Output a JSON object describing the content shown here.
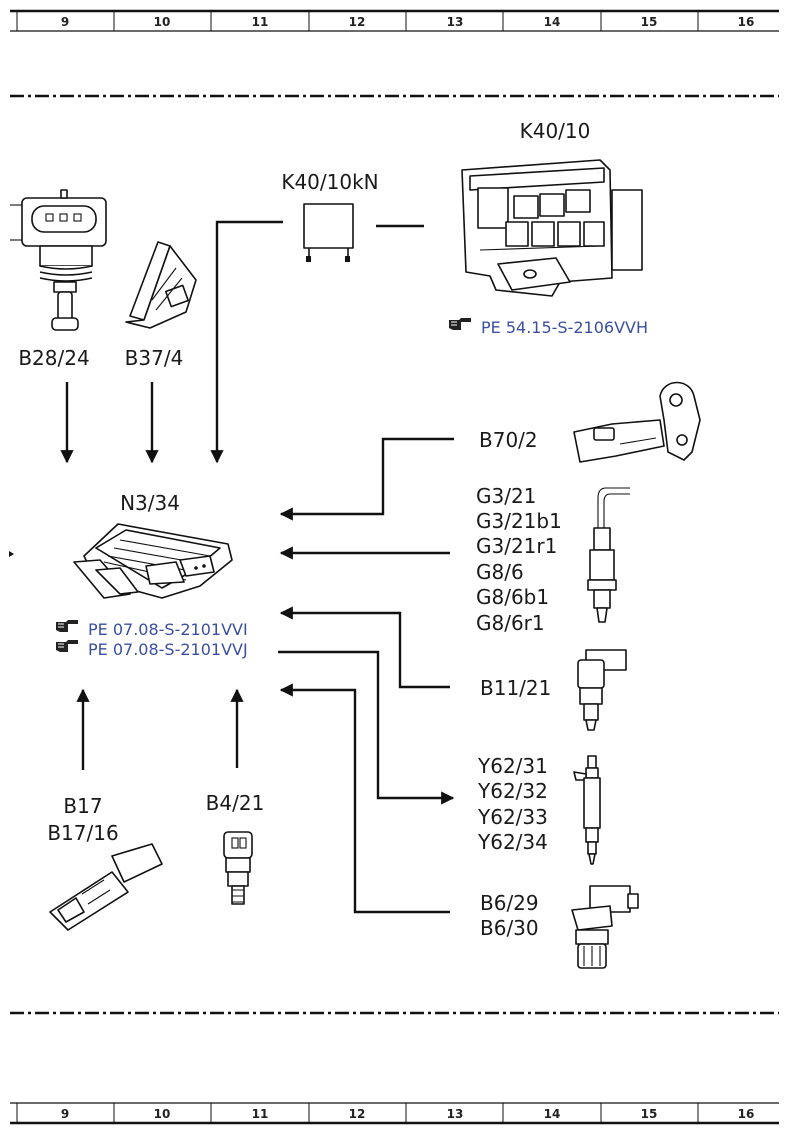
{
  "columns": [
    "9",
    "10",
    "11",
    "12",
    "13",
    "14",
    "15",
    "16"
  ],
  "components": {
    "k40_10kn": "K40/10kN",
    "k40_10": "K40/10",
    "b28_24": "B28/24",
    "b37_4": "B37/4",
    "n3_34": "N3/34",
    "b70_2": "B70/2",
    "g_group": [
      "G3/21",
      "G3/21b1",
      "G3/21r1",
      "G8/6",
      "G8/6b1",
      "G8/6r1"
    ],
    "b11_21": "B11/21",
    "y_group": [
      "Y62/31",
      "Y62/32",
      "Y62/33",
      "Y62/34"
    ],
    "b17_group": [
      "B17",
      "B17/16"
    ],
    "b4_21": "B4/21",
    "b6_group": [
      "B6/29",
      "B6/30"
    ]
  },
  "references": {
    "k40_ref": "PE 54.15-S-2106VVH",
    "n3_ref_1": "PE 07.08-S-2101VVI",
    "n3_ref_2": "PE 07.08-S-2101VVJ"
  },
  "colors": {
    "reference_link": "#3a4fa0",
    "line": "#111111"
  },
  "icons": [
    "pointing-hand-icon"
  ]
}
